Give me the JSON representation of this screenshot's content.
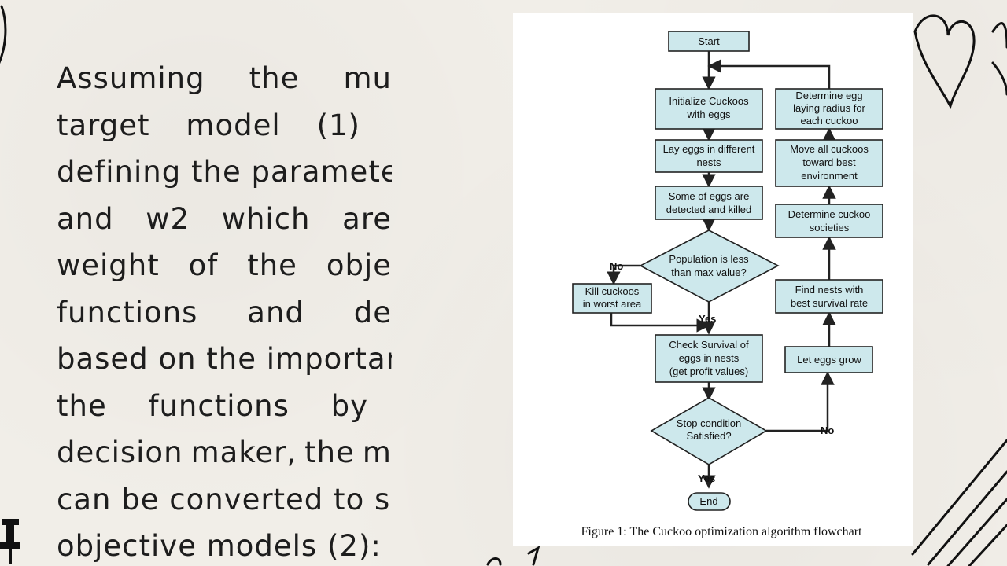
{
  "paragraph": {
    "lines": [
      [
        "Assuming",
        "the",
        "mu"
      ],
      [
        "target",
        "model",
        "(1)"
      ],
      [
        "defining the parameter"
      ],
      [
        "and",
        "w2",
        "which",
        "are"
      ],
      [
        "weight",
        "of",
        "the",
        "obje"
      ],
      [
        "functions",
        "and",
        "de"
      ],
      [
        "based on the importanc"
      ],
      [
        "the",
        "functions",
        "by"
      ],
      [
        "decision",
        "maker,",
        "the",
        "m"
      ],
      [
        "can be converted to si"
      ],
      [
        "objective models (2):"
      ]
    ]
  },
  "figure": {
    "caption": "Figure 1: The Cuckoo optimization algorithm flowchart",
    "start_label": "Start",
    "end_label": "End",
    "left_column": {
      "initialize": [
        "Initialize Cuckoos",
        "with eggs"
      ],
      "lay_eggs": [
        "Lay eggs in different",
        "nests"
      ],
      "detected": [
        "Some of eggs are",
        "detected and killed"
      ],
      "population_decision": [
        "Population is less",
        "than max value?"
      ],
      "kill": [
        "Kill cuckoos",
        "in worst area"
      ],
      "check_survival": [
        "Check Survival of",
        "eggs in nests",
        "(get profit values)"
      ],
      "stop_decision": [
        "Stop condition",
        "Satisfied?"
      ]
    },
    "right_column": {
      "egg_radius": [
        "Determine egg",
        "laying radius for",
        "each cuckoo"
      ],
      "move": [
        "Move all cuckoos",
        "toward best",
        "environment"
      ],
      "societies": [
        "Determine cuckoo",
        "societies"
      ],
      "find_nests": [
        "Find nests with",
        "best survival rate"
      ],
      "grow": [
        "Let eggs grow"
      ]
    },
    "edge_labels": {
      "population_no": "No",
      "population_yes": "Yes",
      "stop_no": "No",
      "stop_yes": "Yes"
    },
    "colors": {
      "box_fill": "#cde8ec",
      "stroke": "#222222"
    }
  }
}
